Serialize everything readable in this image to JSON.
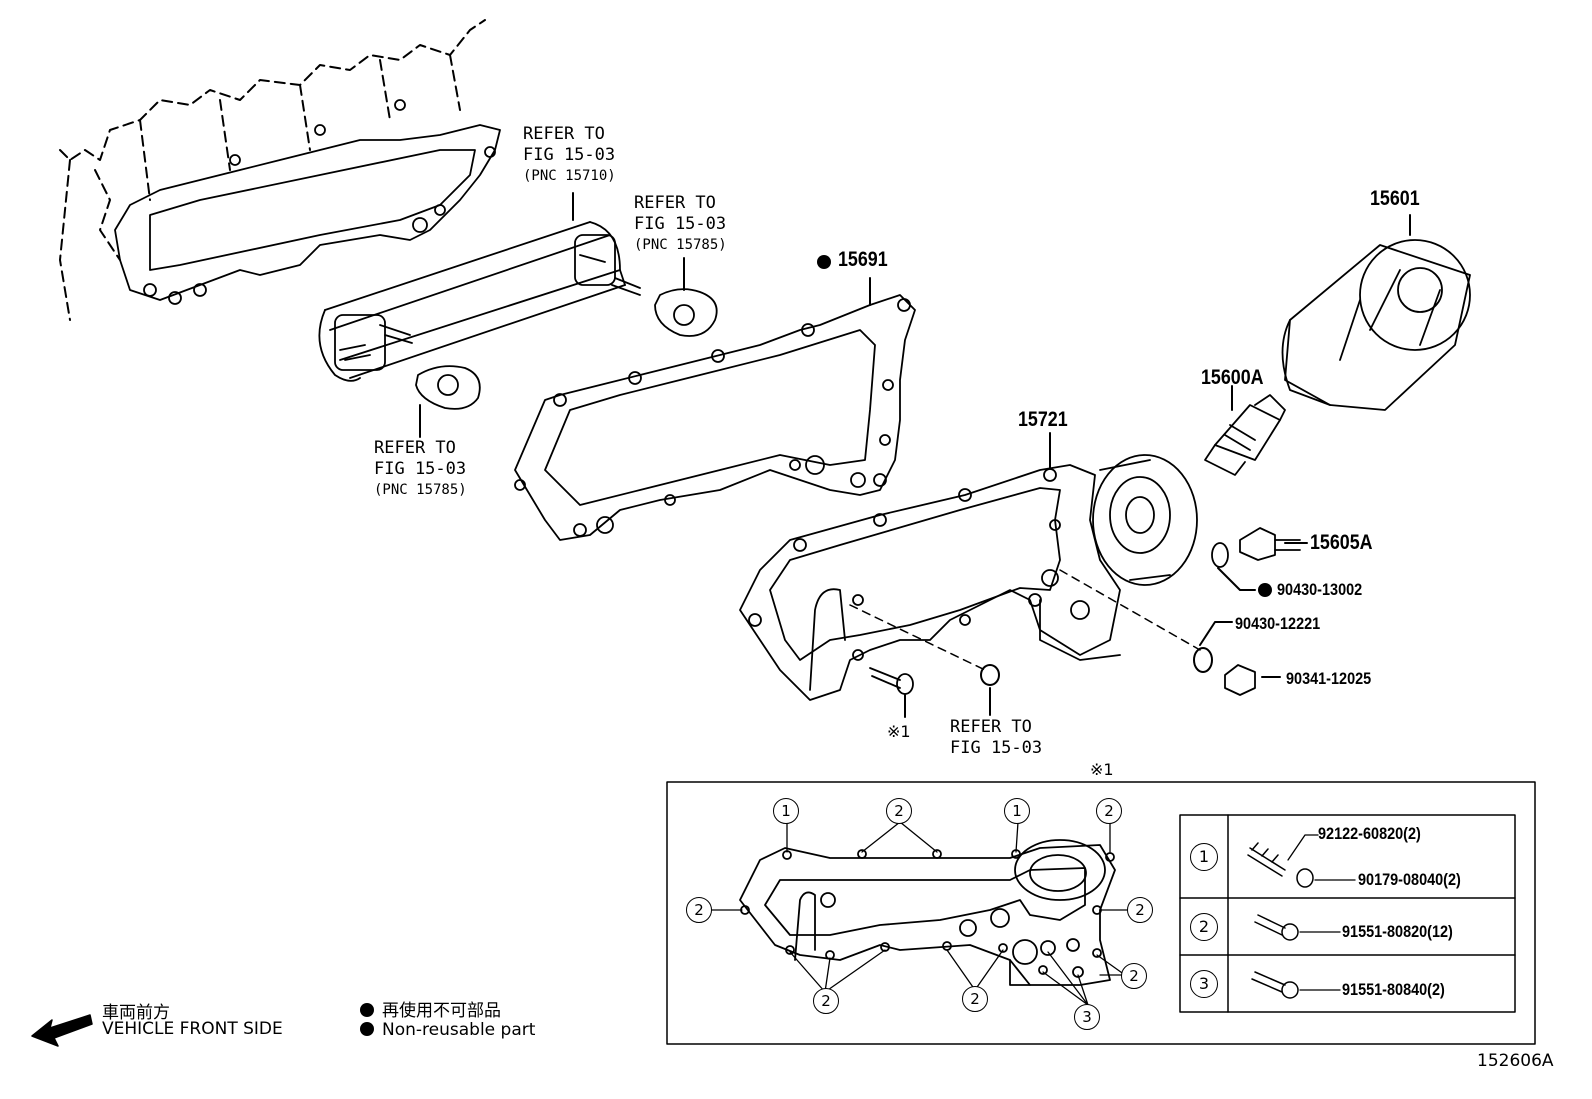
{
  "refs": {
    "top": {
      "line1": "REFER TO",
      "line2": "FIG 15-03",
      "line3": "(PNC 15710)"
    },
    "mid": {
      "line1": "REFER TO",
      "line2": "FIG 15-03",
      "line3": "(PNC 15785)"
    },
    "left": {
      "line1": "REFER TO",
      "line2": "FIG 15-03",
      "line3": "(PNC 15785)"
    },
    "bottom": {
      "line1": "REFER TO",
      "line2": "FIG 15-03"
    }
  },
  "parts": {
    "p15691": "15691",
    "p15601": "15601",
    "p15600A": "15600A",
    "p15721": "15721",
    "p15605A": "15605A",
    "p9043013002": "90430-13002",
    "p9043012221": "90430-12221",
    "p9034112025": "90341-12025"
  },
  "note_mark": "※1",
  "detail": {
    "header_mark": "※1",
    "callout_1": "1",
    "callout_2": "2",
    "callout_3": "3",
    "table": [
      {
        "num": "1",
        "parts": [
          "92122-60820(2)",
          "90179-08040(2)"
        ]
      },
      {
        "num": "2",
        "parts": [
          "91551-80820(12)"
        ]
      },
      {
        "num": "3",
        "parts": [
          "91551-80840(2)"
        ]
      }
    ]
  },
  "legend": {
    "direction_jp": "車両前方",
    "direction_en": "VEHICLE FRONT SIDE",
    "nonreusable_jp": "再使用不可部品",
    "nonreusable_en": "Non-reusable part"
  },
  "figure_id": "152606A"
}
